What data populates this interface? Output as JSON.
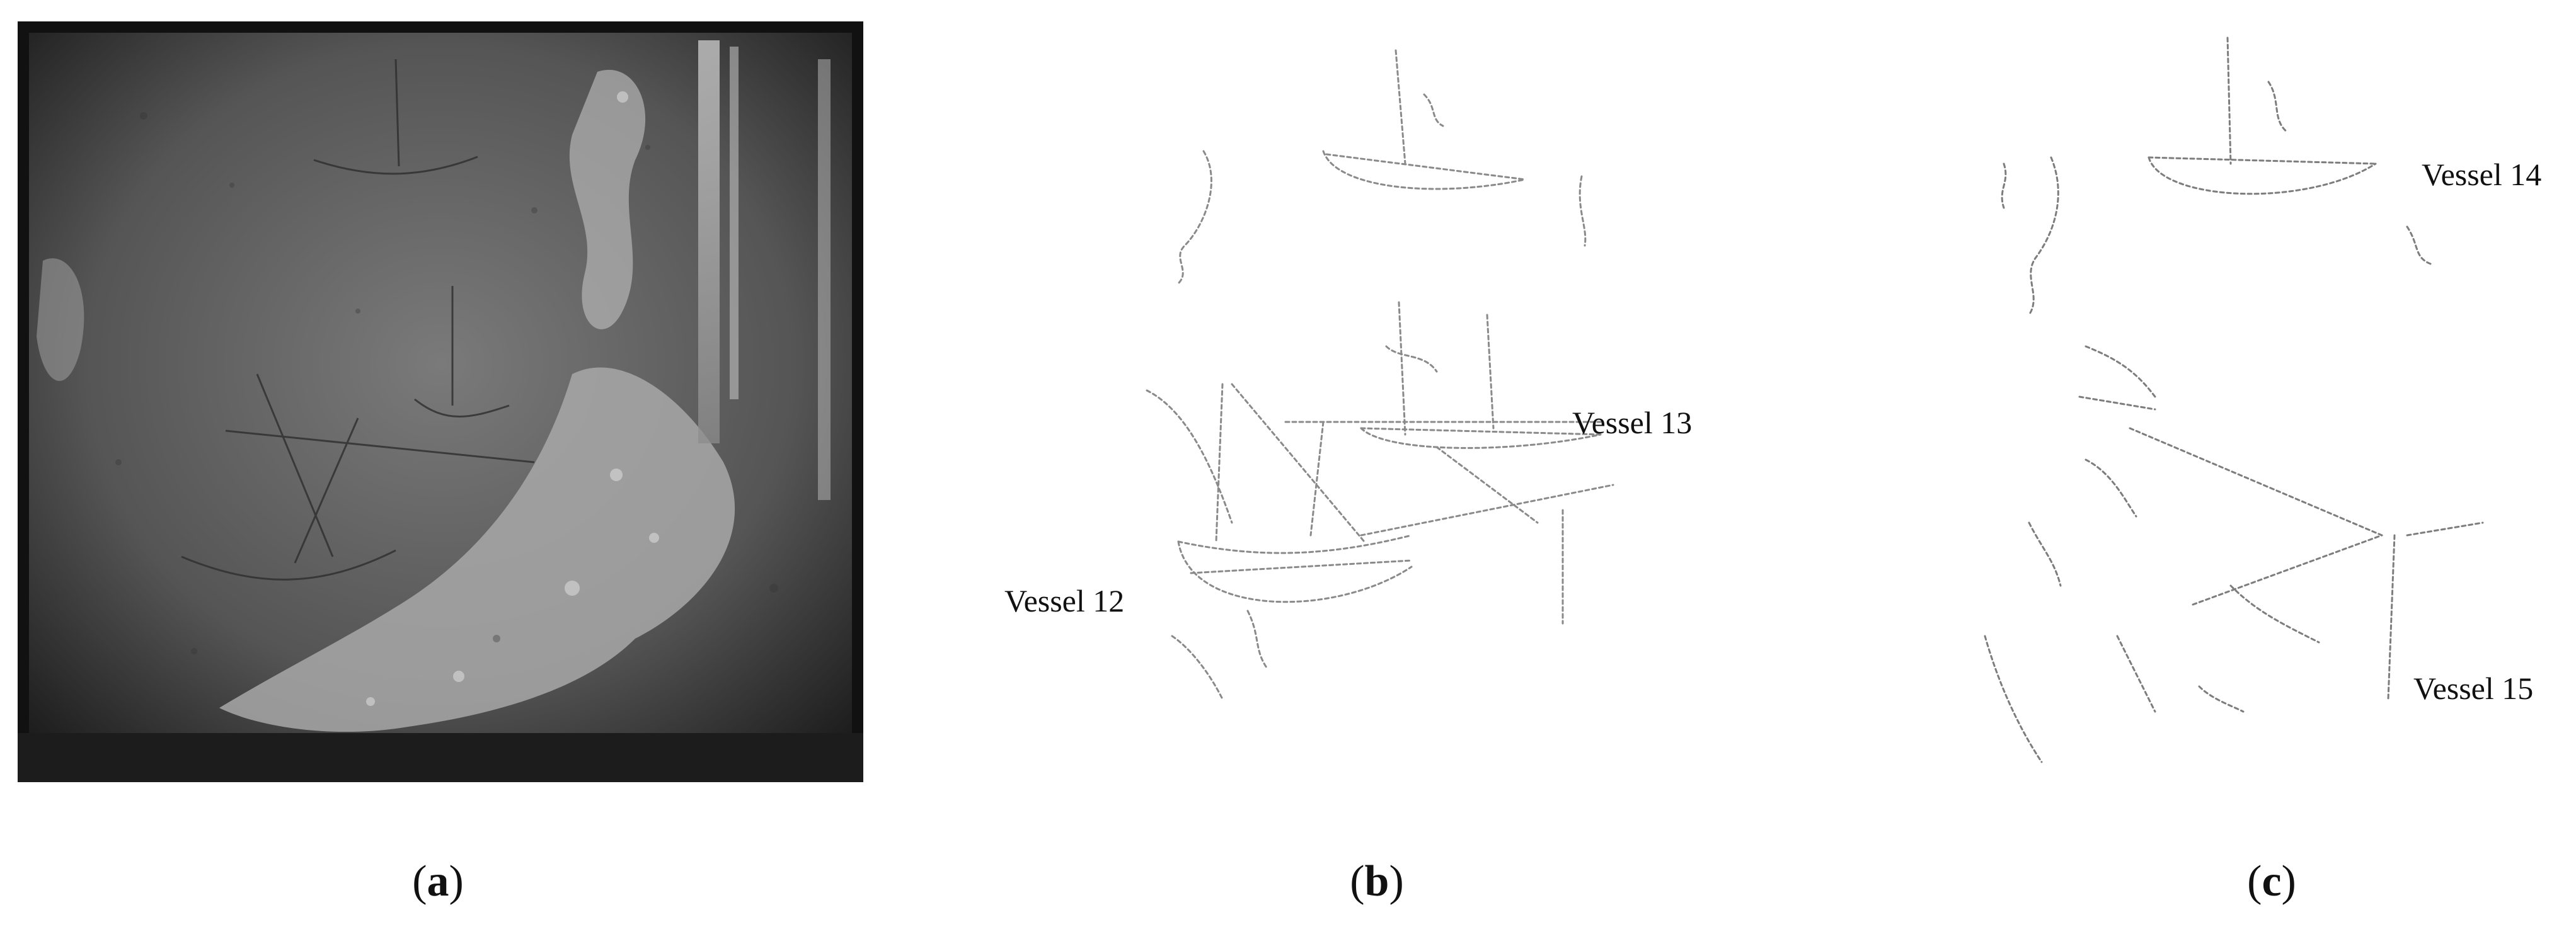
{
  "figure": {
    "panels": [
      {
        "id": "a",
        "caption_open": "(",
        "caption_letter": "a",
        "caption_close": ")"
      },
      {
        "id": "b",
        "caption_open": "(",
        "caption_letter": "b",
        "caption_close": ")"
      },
      {
        "id": "c",
        "caption_open": "(",
        "caption_letter": "c",
        "caption_close": ")"
      }
    ],
    "labels": {
      "vessel12": "Vessel 12",
      "vessel13": "Vessel 13",
      "vessel14": "Vessel 14",
      "vessel15": "Vessel 15"
    }
  }
}
